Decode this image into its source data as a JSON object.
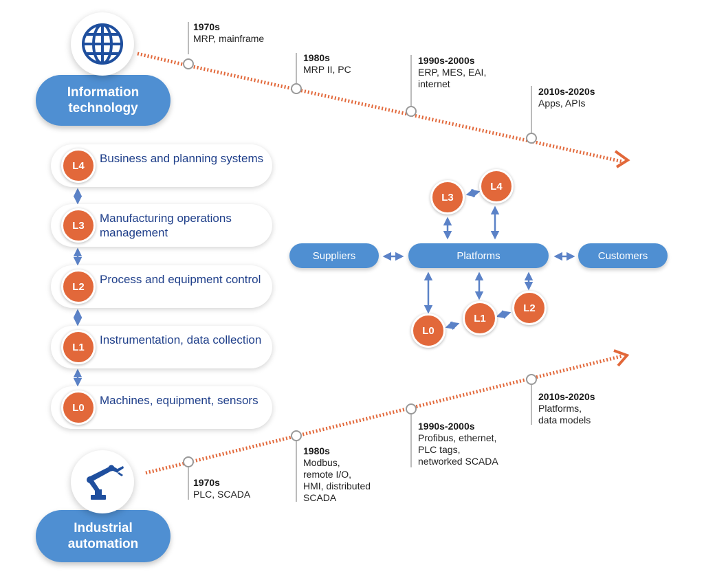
{
  "it": {
    "label_line1": "Information",
    "label_line2": "technology",
    "icon": "globe-icon",
    "milestones": [
      {
        "era": "1970s",
        "desc": "MRP, mainframe"
      },
      {
        "era": "1980s",
        "desc": "MRP II, PC"
      },
      {
        "era": "1990s-2000s",
        "desc": "ERP, MES, EAI,\ninternet"
      },
      {
        "era": "2010s-2020s",
        "desc": "Apps, APIs"
      }
    ]
  },
  "ia": {
    "label_line1": "Industrial",
    "label_line2": "automation",
    "icon": "robot-arm-icon",
    "milestones": [
      {
        "era": "1970s",
        "desc": "PLC, SCADA"
      },
      {
        "era": "1980s",
        "desc": "Modbus,\nremote I/O,\nHMI, distributed\nSCADA"
      },
      {
        "era": "1990s-2000s",
        "desc": "Profibus, ethernet,\nPLC tags,\nnetworked SCADA"
      },
      {
        "era": "2010s-2020s",
        "desc": "Platforms,\ndata models"
      }
    ]
  },
  "levels": [
    {
      "badge": "L4",
      "text": "Business and planning systems"
    },
    {
      "badge": "L3",
      "text": "Manufacturing operations management"
    },
    {
      "badge": "L2",
      "text": "Process and equipment control"
    },
    {
      "badge": "L1",
      "text": "Instrumentation, data collection"
    },
    {
      "badge": "L0",
      "text": "Machines, equipment, sensors"
    }
  ],
  "platform": {
    "suppliers": "Suppliers",
    "center": "Platforms",
    "customers": "Customers",
    "nodes": {
      "l3": "L3",
      "l4": "L4",
      "l0": "L0",
      "l1": "L1",
      "l2": "L2"
    }
  },
  "colors": {
    "blue": "#4f8fd2",
    "orange": "#e2683a",
    "navy": "#1f3f8a",
    "arrow_blue": "#5b82c7"
  }
}
